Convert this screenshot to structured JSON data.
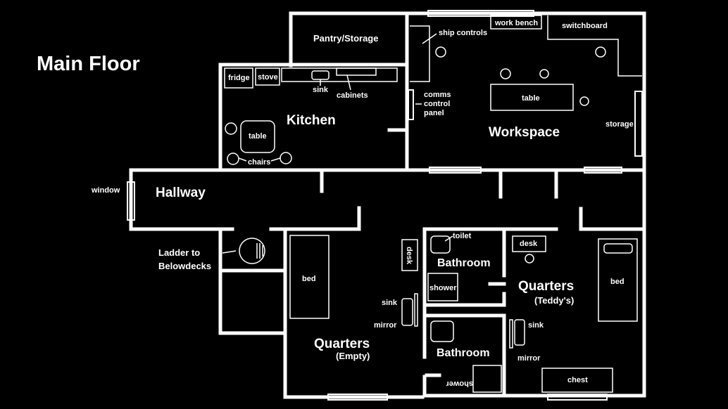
{
  "title": "Main Floor",
  "rooms": {
    "pantry": "Pantry/Storage",
    "kitchen": "Kitchen",
    "workspace": "Workspace",
    "hallway": "Hallway",
    "ladder_line1": "Ladder to",
    "ladder_line2": "Belowdecks",
    "quarters_empty": "Quarters",
    "quarters_empty_sub": "(Empty)",
    "bathroom_top": "Bathroom",
    "bathroom_bottom": "Bathroom",
    "quarters_teddy": "Quarters",
    "quarters_teddy_sub": "(Teddy's)"
  },
  "labels": {
    "fridge": "fridge",
    "stove": "stove",
    "sink_kitchen": "sink",
    "cabinets": "cabinets",
    "kitchen_table": "table",
    "chairs": "chairs",
    "ship_controls": "ship controls",
    "work_bench": "work bench",
    "switchboard": "switchboard",
    "comms_1": "comms",
    "comms_2": "control",
    "comms_3": "panel",
    "work_table": "table",
    "storage": "storage",
    "window": "window",
    "bed_empty": "bed",
    "desk_empty": "desk",
    "sink_empty": "sink",
    "mirror_empty": "mirror",
    "toilet": "toilet",
    "shower_top": "shower",
    "shower_bottom": "shower",
    "desk_teddy": "desk",
    "bed_teddy": "bed",
    "sink_teddy": "sink",
    "mirror_teddy": "mirror",
    "chest": "chest"
  }
}
